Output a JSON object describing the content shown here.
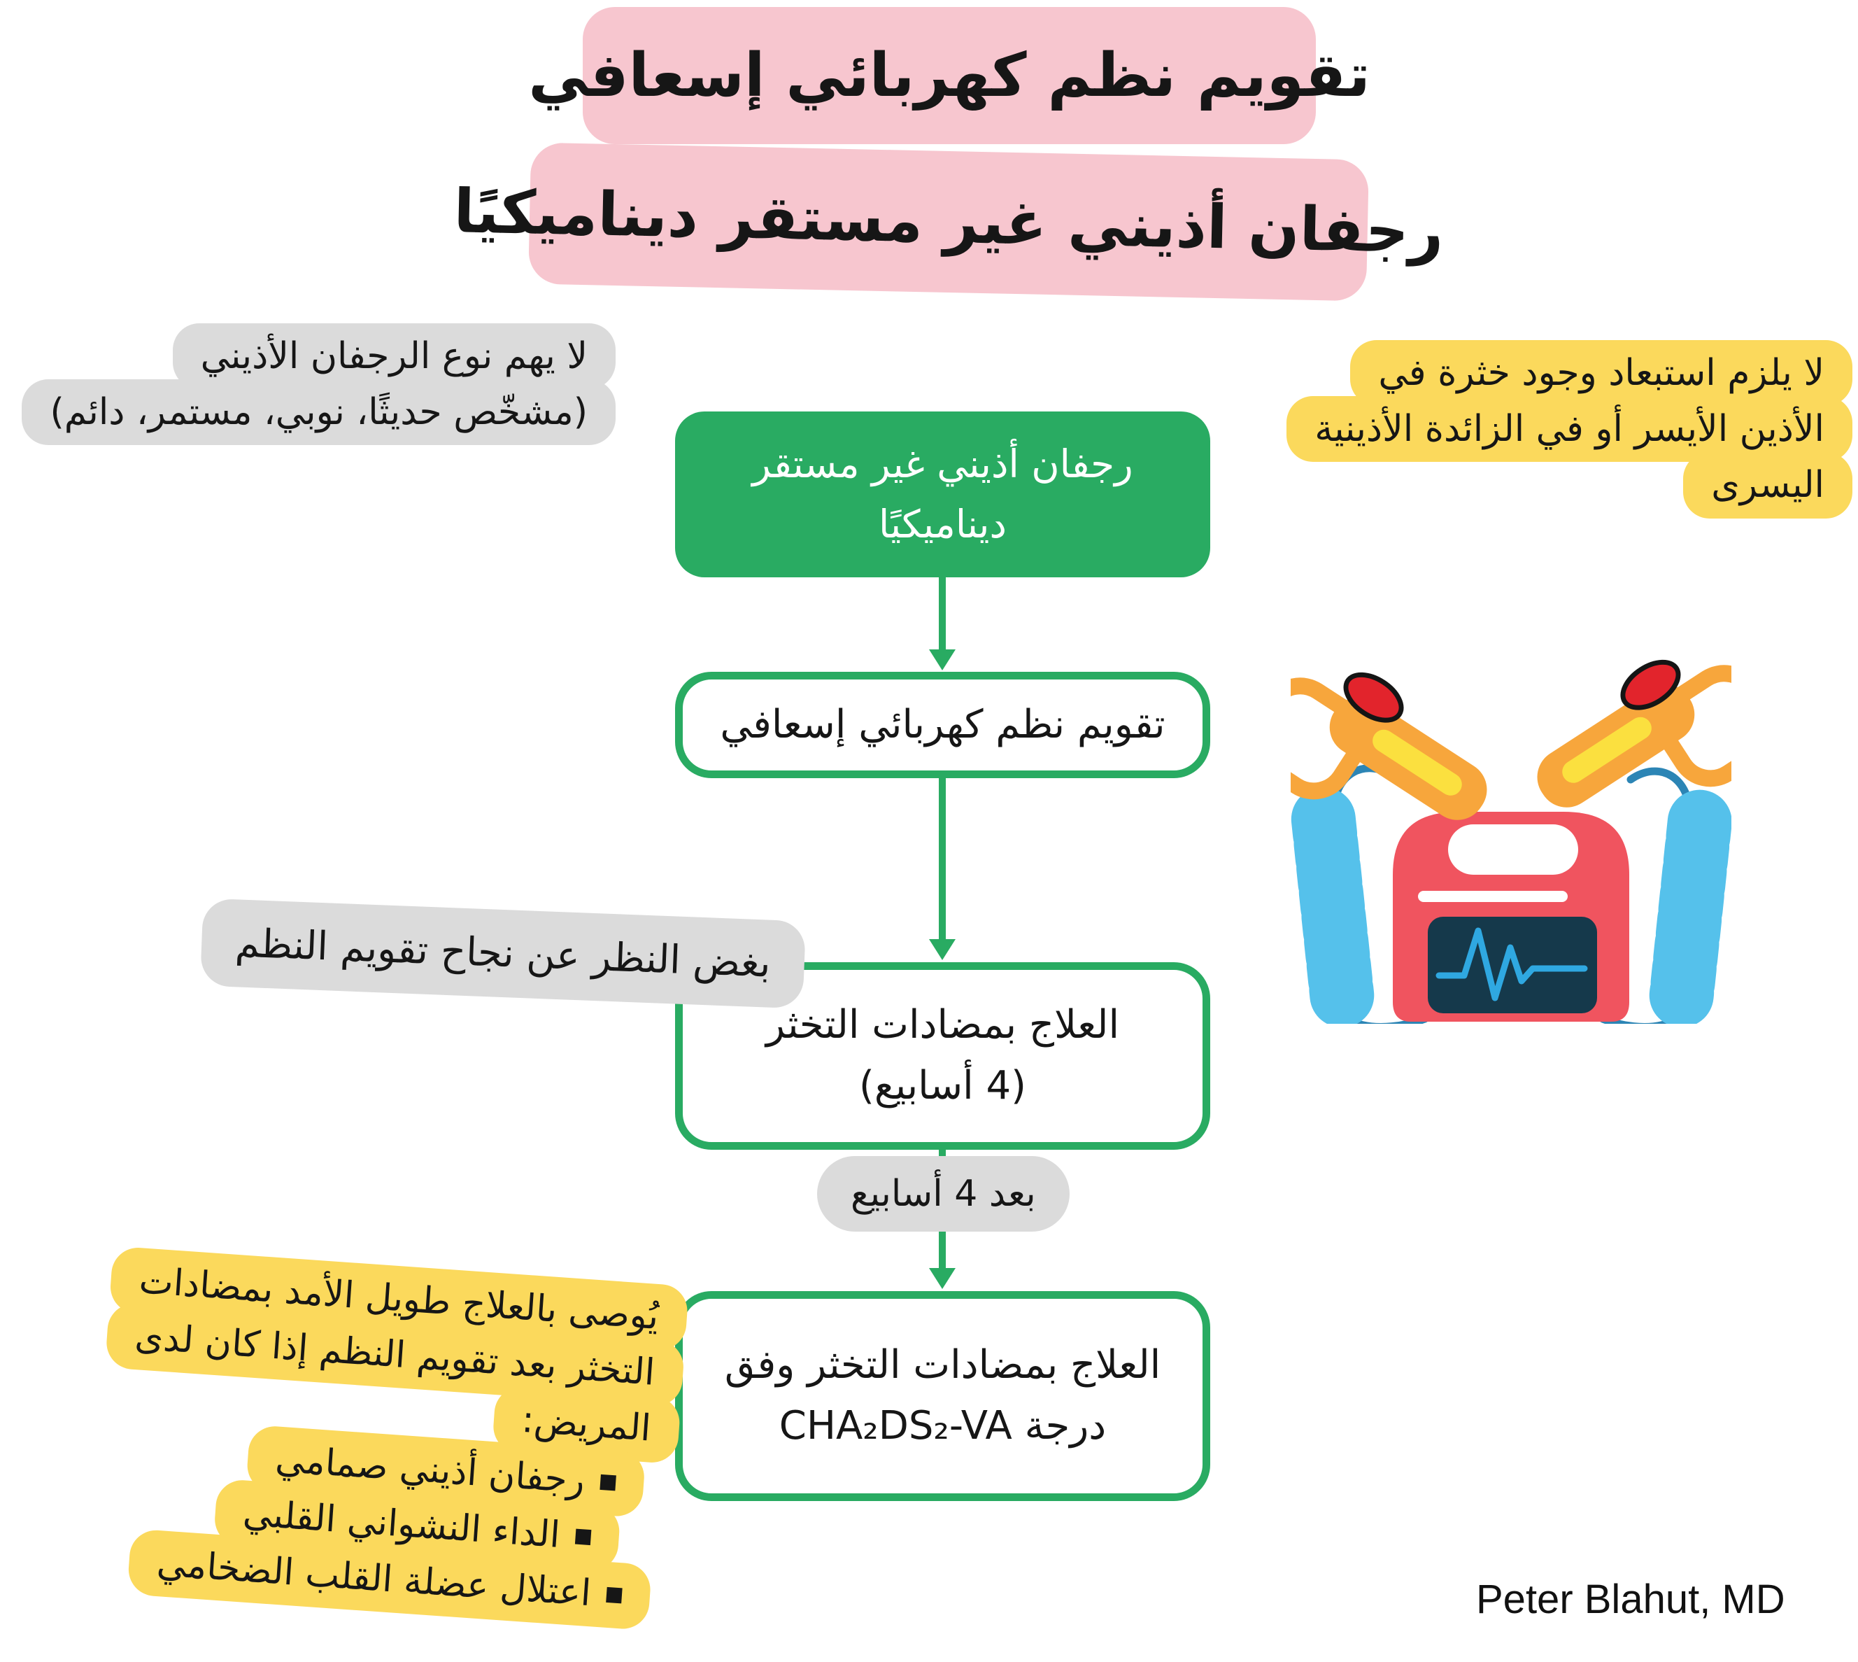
{
  "title": {
    "line1": "تقويم نظم كهربائي إسعافي",
    "line2": "رجفان أذيني غير مستقر ديناميكيًا"
  },
  "notes": {
    "af_type": {
      "line1": "لا يهم نوع الرجفان الأذيني",
      "line2": "(مشخّص حديثًا، نوبي، مستمر، دائم)"
    },
    "thrombus": {
      "line1": "لا يلزم استبعاد وجود خثرة في",
      "line2": "الأذين الأيسر أو في الزائدة الأذينية",
      "line3": "اليسرى"
    },
    "regardless": "بغض النظر عن نجاح تقويم النظم",
    "after_4_weeks": "بعد 4 أسابيع",
    "recommend": {
      "line1": "يُوصى بالعلاج طويل الأمد بمضادات",
      "line2": "التخثر بعد تقويم النظم إذا كان لدى",
      "line3": "المريض:",
      "items": [
        "رجفان أذيني صمامي",
        "الداء النشواني القلبي",
        "اعتلال عضلة القلب الضخامي"
      ]
    }
  },
  "flow": {
    "start": {
      "line1": "رجفان أذيني غير مستقر",
      "line2": "ديناميكيًا"
    },
    "cardioversion": "تقويم نظم كهربائي إسعافي",
    "anticoag_4w": {
      "line1": "العلاج بمضادات التخثر",
      "line2": "(4 أسابيع)"
    },
    "anticoag_chads": {
      "line1": "العلاج بمضادات التخثر وفق",
      "line2": "درجة CHA₂DS₂-VA"
    }
  },
  "credit": "Peter Blahut, MD",
  "colors": {
    "pink": "#F7C6CF",
    "yellow": "#FBD95C",
    "gray": "#DBDBDB",
    "green": "#29AB62",
    "text": "#161616",
    "defib_red": "#F0545F",
    "screen_dark": "#15394B",
    "ecg_blue": "#2FA8E1",
    "cable_blue": "#55C1EB",
    "paddle_orange": "#F7A63C",
    "stripe_yellow": "#FBE03F",
    "button_red": "#E2242C"
  }
}
